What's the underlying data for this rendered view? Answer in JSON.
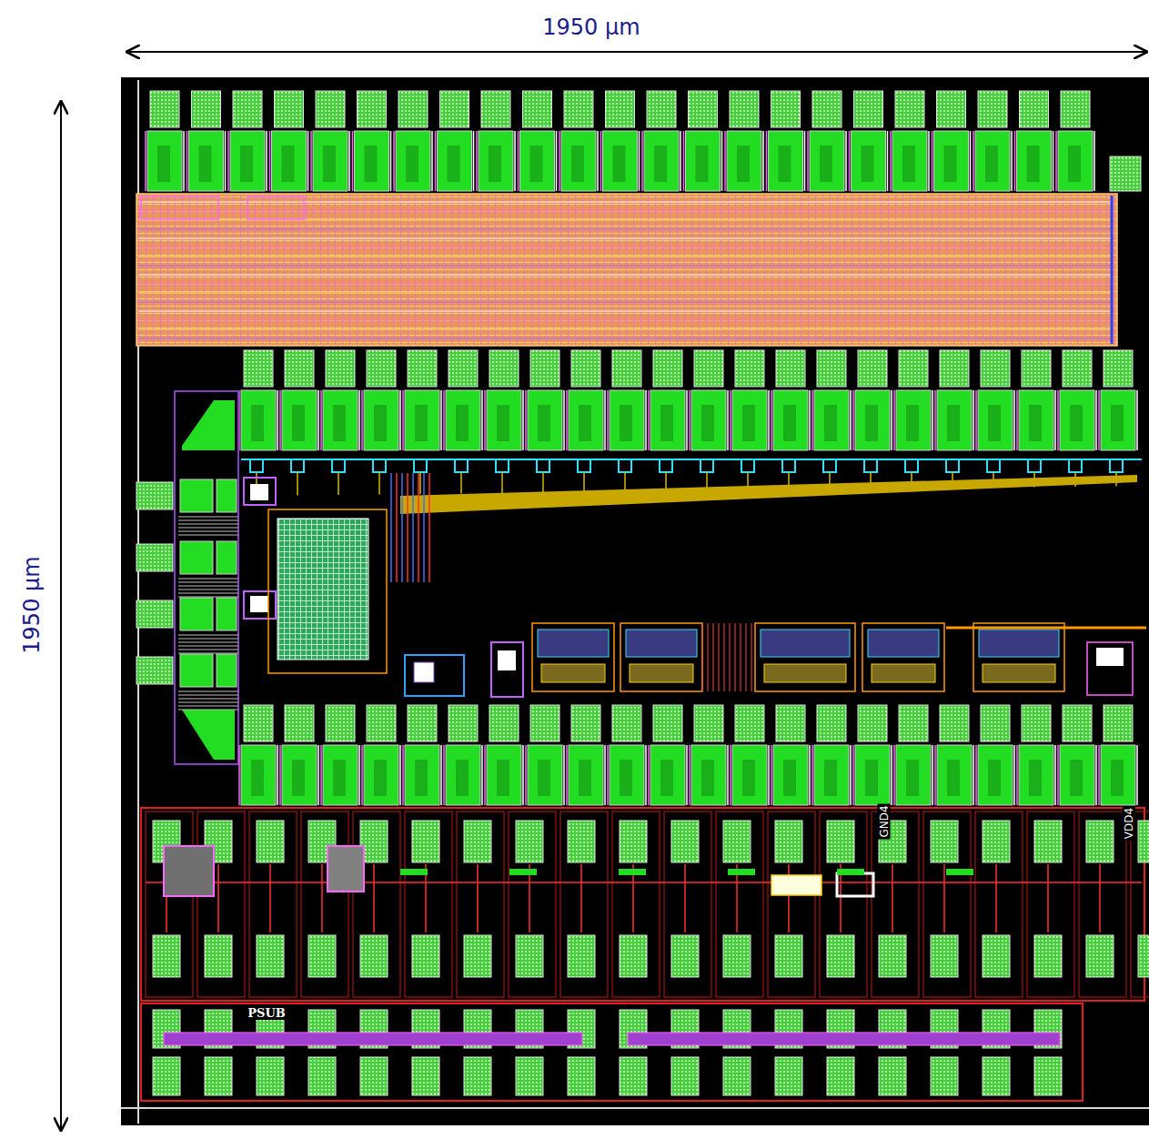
{
  "diagram": {
    "labels": [
      "1950 μm",
      "1950 μm",
      "GND4",
      "VDD4",
      "PSUB"
    ]
  }
}
